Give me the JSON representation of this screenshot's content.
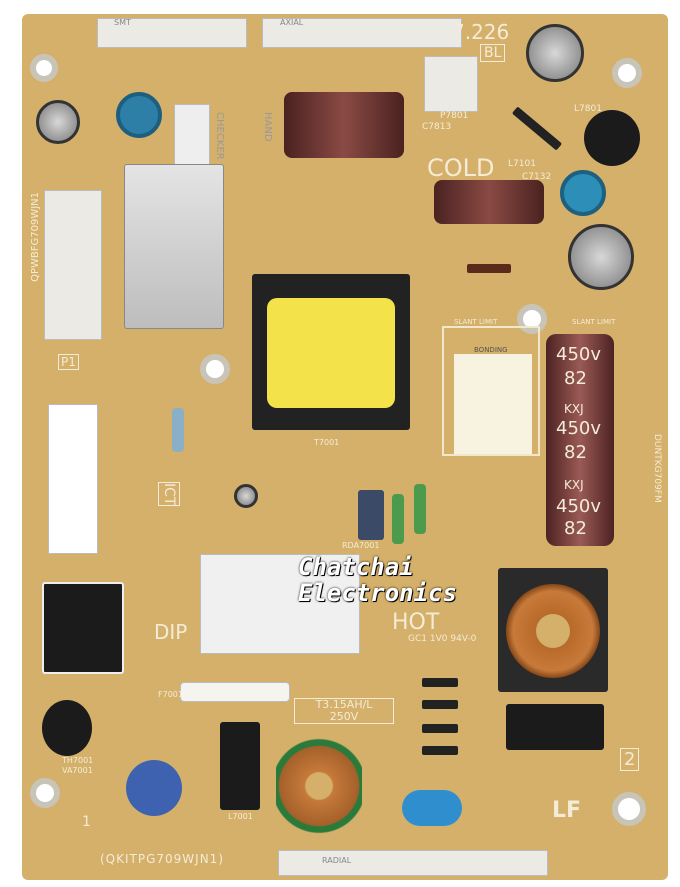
{
  "board": {
    "labels": {
      "cold": "COLD",
      "hot": "HOT",
      "dip": "DIP",
      "checker": "CHECKER",
      "hand": "HAND",
      "version": "7.226",
      "bl": "BL",
      "p7801": "P7801",
      "c7813": "C7813",
      "l7801": "L7801",
      "l7101": "L7101",
      "c7132": "C7132",
      "bonding": "BONDING",
      "slant_limit": "SLANT LIMIT",
      "slant_limit_2": "SLANT LIMIT",
      "fuse_rating": "T3.15AH/L",
      "fuse_voltage": "250V",
      "bottom_part": "(QKITPG709WJN1)",
      "left_part": "QPWBFG709WJN1",
      "right_part": "DUNTKG709FM",
      "lf": "LF",
      "num2": "2",
      "num1": "1",
      "p1": "P1",
      "ict": "ICT",
      "radial": "RADIAL",
      "smt": "SMT",
      "axial": "AXIAL",
      "ul": "GC1 1V0 94V-0",
      "t7001": "T7001",
      "f7001": "F7001",
      "rda7001": "RDA7001",
      "th7001": "TH7001",
      "va7001": "VA7001",
      "l7001": "L7001"
    },
    "big_cap": {
      "voltage": "450v",
      "capacitance": "82",
      "series": "KXJ"
    },
    "watermark": [
      "Chatchai",
      "Electronics"
    ]
  }
}
